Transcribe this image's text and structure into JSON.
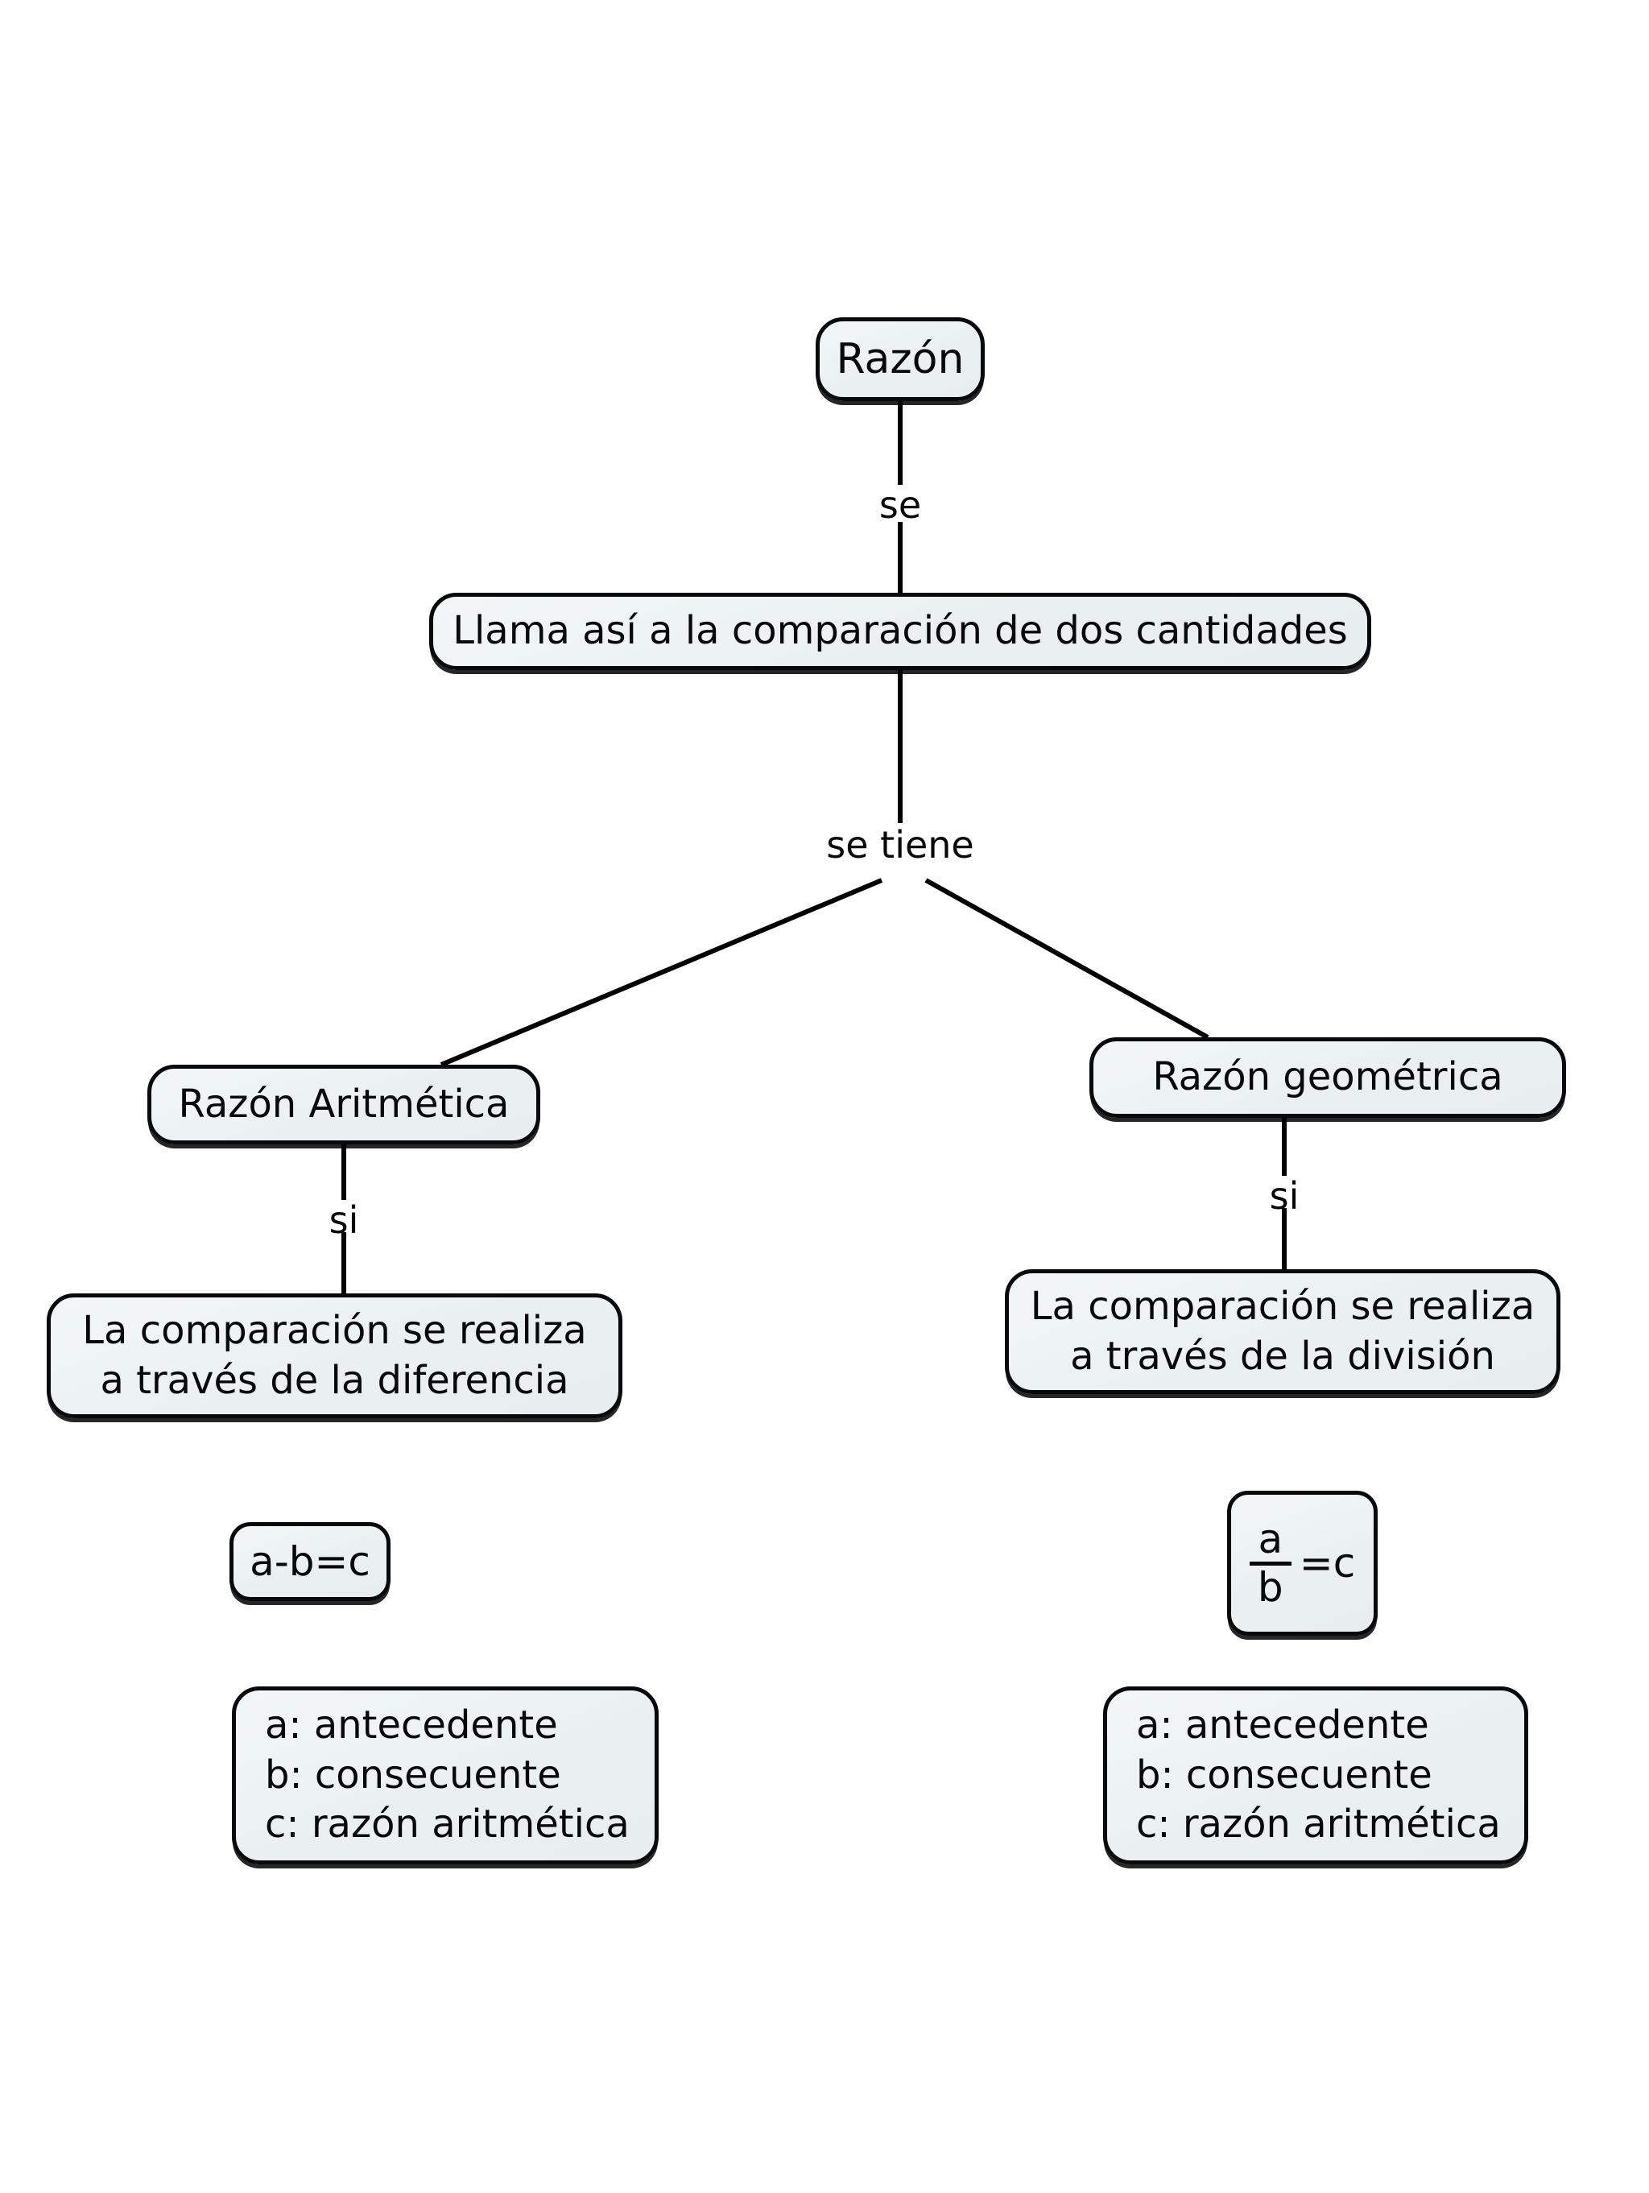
{
  "diagram": {
    "title": "Razon concept map",
    "background_color": "#ffffff",
    "node_fill_color": "#eaf0f2",
    "node_border_color": "#08090c",
    "text_color": "#07080b",
    "link_color": "#000000"
  },
  "nodes": {
    "root": {
      "label": "Razón"
    },
    "definition": {
      "label": "Llama así a la comparación de dos cantidades"
    },
    "arithmetic": {
      "label": "Razón Aritmética"
    },
    "geometric": {
      "label": "Razón geométrica"
    },
    "arithmetic_detail": {
      "label": "La comparación se realiza\na través de la diferencia"
    },
    "geometric_detail": {
      "label": "La comparación se realiza\na través de la división"
    },
    "arithmetic_formula": {
      "label": "a-b=c"
    },
    "geometric_formula": {
      "numerator": "a",
      "denominator": "b",
      "equals": "=c"
    },
    "arithmetic_legend": {
      "label": "a: antecedente\nb: consecuente\nc: razón aritmética"
    },
    "geometric_legend": {
      "label": "a: antecedente\nb: consecuente\nc: razón aritmética"
    }
  },
  "edge_labels": {
    "root_to_definition": "se",
    "definition_to_branches": "se tiene",
    "arithmetic_to_detail": "si",
    "geometric_to_detail": "si"
  }
}
